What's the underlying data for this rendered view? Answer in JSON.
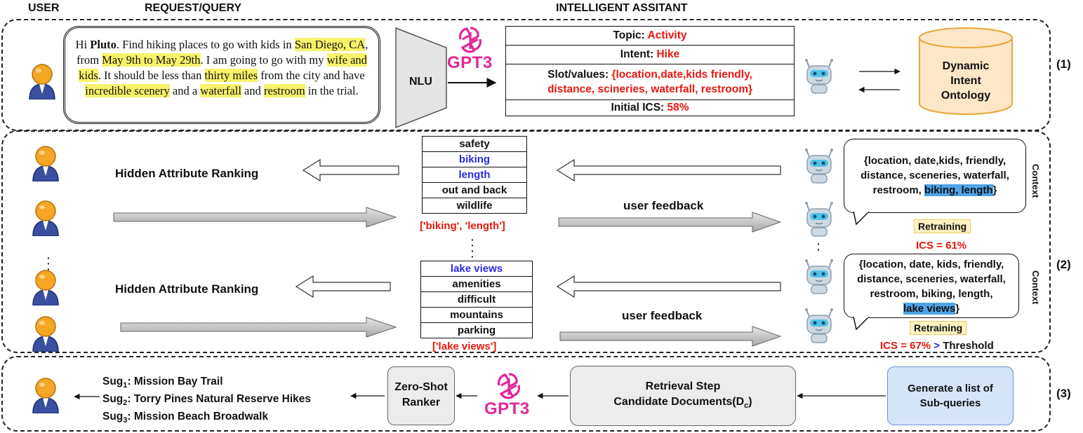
{
  "headers": {
    "user": "USER",
    "request": "REQUEST/QUERY",
    "assistant": "INTELLIGENT ASSITANT"
  },
  "panel_labels": [
    "(1)",
    "(2)",
    "(3)"
  ],
  "query": {
    "p1": "Hi ",
    "pluto": "Pluto",
    "p2": ". Find hiking places to go with kids in ",
    "h_location": "San Diego, CA",
    "p3": ", from ",
    "h_date": "May 9th to May 29th",
    "p4": ". I am going to go with my ",
    "h_kids": "wife and kids",
    "p5": ". It should be less than ",
    "h_distance": "thirty miles",
    "p6": " from the city and have ",
    "h_scenery": "incredible scenery",
    "p7": " and a ",
    "h_waterfall": "waterfall",
    "p8": " and ",
    "h_restroom": "restroom",
    "p9": " in the trial."
  },
  "nlu_label": "NLU",
  "gpt_label": "GPT3",
  "intent_table": {
    "topic_label": "Topic: ",
    "topic_value": "Activity",
    "intent_label": "Intent:  ",
    "intent_value": "Hike",
    "slots_label": "Slot/values: ",
    "slots_value_1": "{location,date,kids friendly,",
    "slots_value_2": "distance, scineries, waterfall, restroom}",
    "ics_label": "Initial ICS:  ",
    "ics_value": "58%"
  },
  "ontology": {
    "line1": "Dynamic",
    "line2": "Intent",
    "line3": "Ontology"
  },
  "ranking_label": "Hidden Attribute Ranking",
  "feedback_label": "user feedback",
  "context_label": "Context",
  "retraining_label": "Retraining",
  "round1": {
    "attributes": [
      "safety",
      "biking",
      "length",
      "out and back",
      "wildlife"
    ],
    "selected": "['biking', 'length']",
    "bubble_1": "{location, date,kids, friendly,",
    "bubble_2": "distance,  sceneries, waterfall,",
    "bubble_3": "restroom, ",
    "bubble_new": "biking, length",
    "bubble_end": "}",
    "ics": "ICS =  61%"
  },
  "round2": {
    "attributes": [
      "lake views",
      "amenities",
      "difficult",
      "mountains",
      "parking"
    ],
    "selected": "['lake views']",
    "bubble_1": "{location, date, kids, friendly,",
    "bubble_2": "distance, sceneries, waterfall,",
    "bubble_3": "restroom, biking, length,",
    "bubble_new": "lake views",
    "bubble_end": "}",
    "ics_prefix": "ICS =  67% ",
    "ics_gt": ">",
    "ics_threshold": " Threshold"
  },
  "stage3": {
    "subqueries_1": "Generate a list of",
    "subqueries_2": "Sub-queries",
    "retrieval_1": "Retrieval Step",
    "retrieval_2": "Candidate Documents(D",
    "retrieval_sub": "c",
    "retrieval_end": ")",
    "ranker_1": "Zero-Shot",
    "ranker_2": "Ranker",
    "suggestions": [
      {
        "prefix": "Sug",
        "index": "1",
        "text": ": Mission Bay Trail"
      },
      {
        "prefix": "Sug",
        "index": "2",
        "text": ": Torry Pines Natural Reserve Hikes"
      },
      {
        "prefix": "Sug",
        "index": "3",
        "text": ": Mission Beach Broadwalk"
      }
    ]
  },
  "colors": {
    "highlight": "#f7f36a",
    "red": "#e8170f",
    "blue": "#2a2ae0",
    "gpt_pink": "#e1279b",
    "ontology_fill": "#fde7c6",
    "ontology_stroke": "#e9a63a",
    "subquery_fill": "#d6e4f8"
  }
}
